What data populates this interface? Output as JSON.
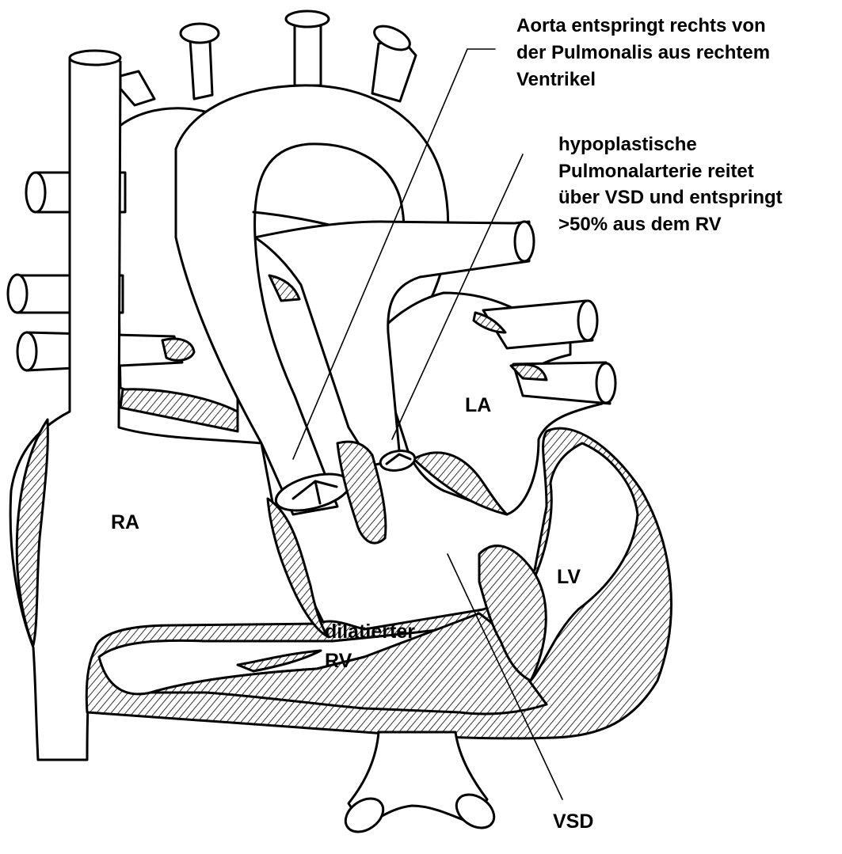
{
  "annotations": {
    "aorta": [
      "Aorta entspringt rechts von",
      "der Pulmonalis aus rechtem",
      "Ventrikel"
    ],
    "pulmonary": [
      "hypoplastische",
      "Pulmonalarterie reitet",
      "über VSD und entspringt",
      ">50% aus dem RV"
    ]
  },
  "chambers": {
    "ra": "RA",
    "la": "LA",
    "lv": "LV",
    "rv": [
      "dilatierter",
      "RV"
    ],
    "vsd": "VSD"
  },
  "colors": {
    "ink": "#000000",
    "background": "#ffffff"
  }
}
